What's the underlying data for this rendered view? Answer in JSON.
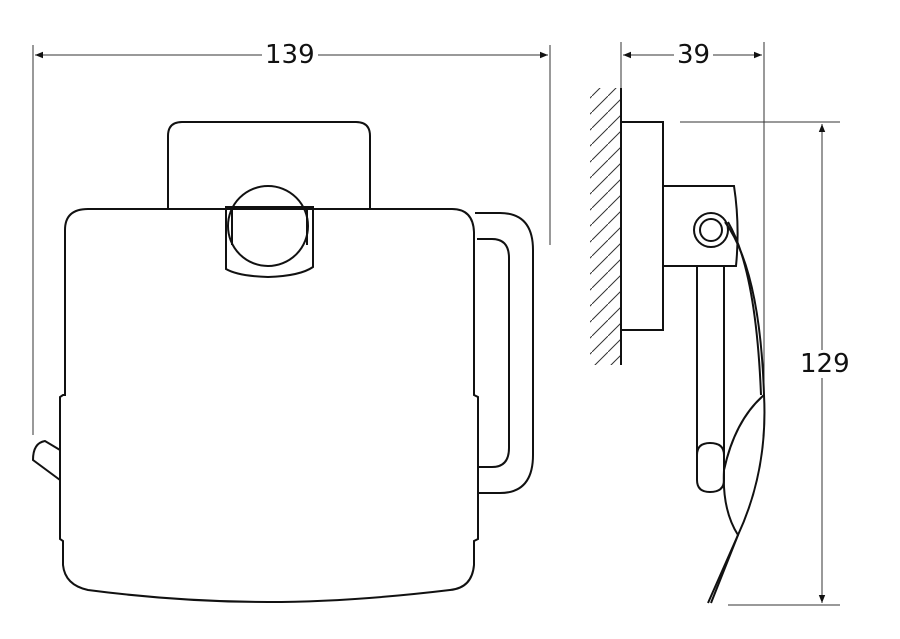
{
  "dimensions": {
    "width_front": "139",
    "depth_side": "39",
    "height_side": "129"
  },
  "colors": {
    "line": "#111111",
    "dimension_line": "#333333",
    "background": "#ffffff"
  }
}
